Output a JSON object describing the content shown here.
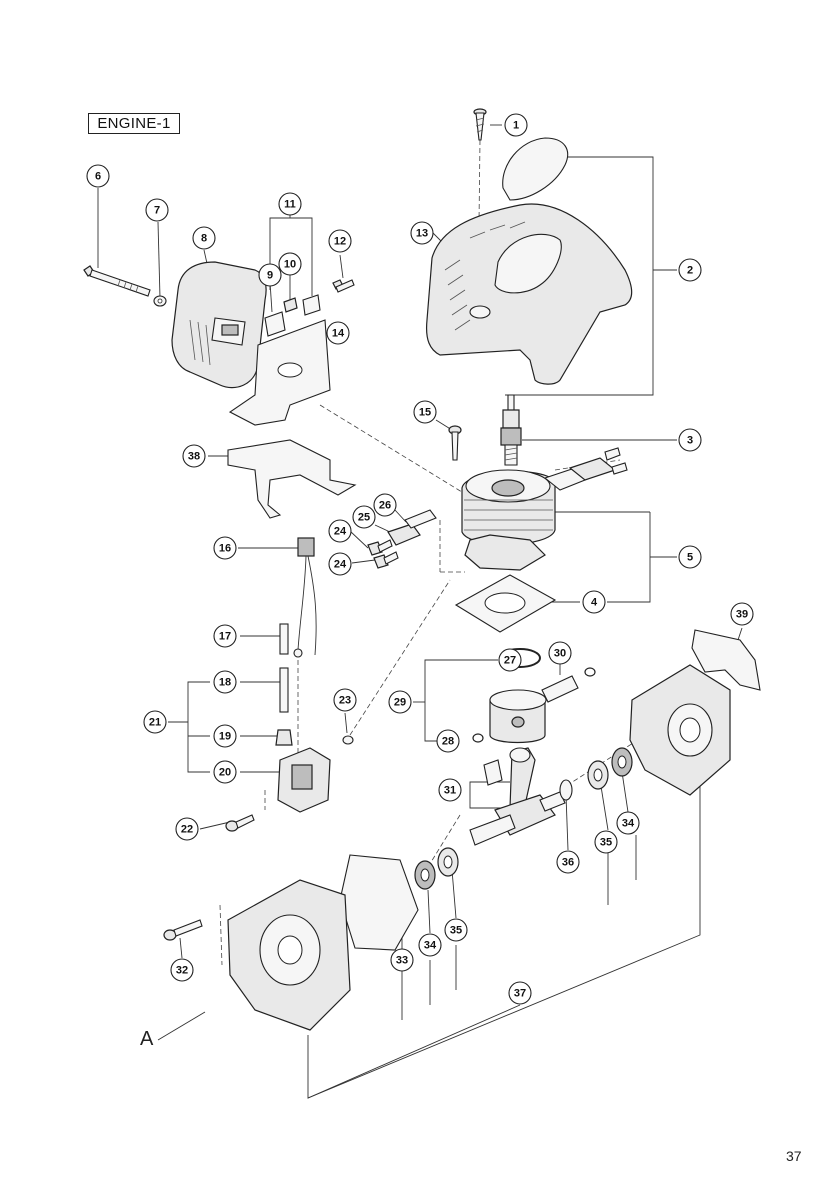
{
  "title": "ENGINE-1",
  "page_number": "37",
  "corner_label": "A",
  "callouts": [
    {
      "id": "c1",
      "label": "1"
    },
    {
      "id": "c2",
      "label": "2"
    },
    {
      "id": "c3",
      "label": "3"
    },
    {
      "id": "c4",
      "label": "4"
    },
    {
      "id": "c5",
      "label": "5"
    },
    {
      "id": "c6",
      "label": "6"
    },
    {
      "id": "c7",
      "label": "7"
    },
    {
      "id": "c8",
      "label": "8"
    },
    {
      "id": "c9",
      "label": "9"
    },
    {
      "id": "c10",
      "label": "10"
    },
    {
      "id": "c11",
      "label": "11"
    },
    {
      "id": "c12",
      "label": "12"
    },
    {
      "id": "c13",
      "label": "13"
    },
    {
      "id": "c14",
      "label": "14"
    },
    {
      "id": "c15",
      "label": "15"
    },
    {
      "id": "c16",
      "label": "16"
    },
    {
      "id": "c17",
      "label": "17"
    },
    {
      "id": "c18",
      "label": "18"
    },
    {
      "id": "c19",
      "label": "19"
    },
    {
      "id": "c20",
      "label": "20"
    },
    {
      "id": "c21",
      "label": "21"
    },
    {
      "id": "c22",
      "label": "22"
    },
    {
      "id": "c23",
      "label": "23"
    },
    {
      "id": "c24a",
      "label": "24"
    },
    {
      "id": "c24b",
      "label": "24"
    },
    {
      "id": "c25",
      "label": "25"
    },
    {
      "id": "c26",
      "label": "26"
    },
    {
      "id": "c27",
      "label": "27"
    },
    {
      "id": "c28",
      "label": "28"
    },
    {
      "id": "c29",
      "label": "29"
    },
    {
      "id": "c30",
      "label": "30"
    },
    {
      "id": "c31",
      "label": "31"
    },
    {
      "id": "c32",
      "label": "32"
    },
    {
      "id": "c33",
      "label": "33"
    },
    {
      "id": "c34a",
      "label": "34"
    },
    {
      "id": "c34b",
      "label": "34"
    },
    {
      "id": "c35a",
      "label": "35"
    },
    {
      "id": "c35b",
      "label": "35"
    },
    {
      "id": "c36",
      "label": "36"
    },
    {
      "id": "c37",
      "label": "37"
    },
    {
      "id": "c38",
      "label": "38"
    },
    {
      "id": "c39",
      "label": "39"
    }
  ]
}
